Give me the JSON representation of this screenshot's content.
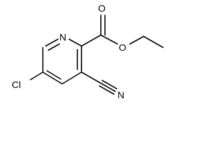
{
  "molecule": {
    "atoms": {
      "ring_nitrogen": "N",
      "chlorine": "Cl",
      "nitrile_nitrogen": "N",
      "carbonyl_oxygen": "O",
      "ester_oxygen": "O"
    }
  },
  "colors": {
    "bond": "#000000",
    "label": "#000000",
    "background": "#ffffff"
  }
}
